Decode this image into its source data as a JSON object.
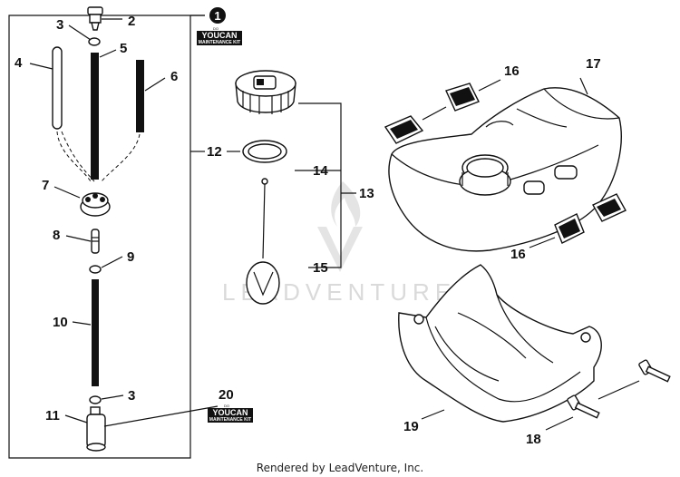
{
  "diagram": {
    "footer": "Rendered by LeadVenture, Inc.",
    "watermark": "LEADVENTURE",
    "group_badge": "1",
    "kit_badge": {
      "top": "YOUCAN",
      "bottom": "MAINTENANCE KIT",
      "small": "DO"
    },
    "callouts": {
      "c2": "2",
      "c3a": "3",
      "c3b": "3",
      "c4": "4",
      "c5": "5",
      "c6": "6",
      "c7": "7",
      "c8": "8",
      "c9": "9",
      "c10": "10",
      "c11": "11",
      "c12": "12",
      "c13": "13",
      "c14": "14",
      "c15": "15",
      "c16a": "16",
      "c16b": "16",
      "c17": "17",
      "c18": "18",
      "c19": "19",
      "c20": "20"
    }
  }
}
